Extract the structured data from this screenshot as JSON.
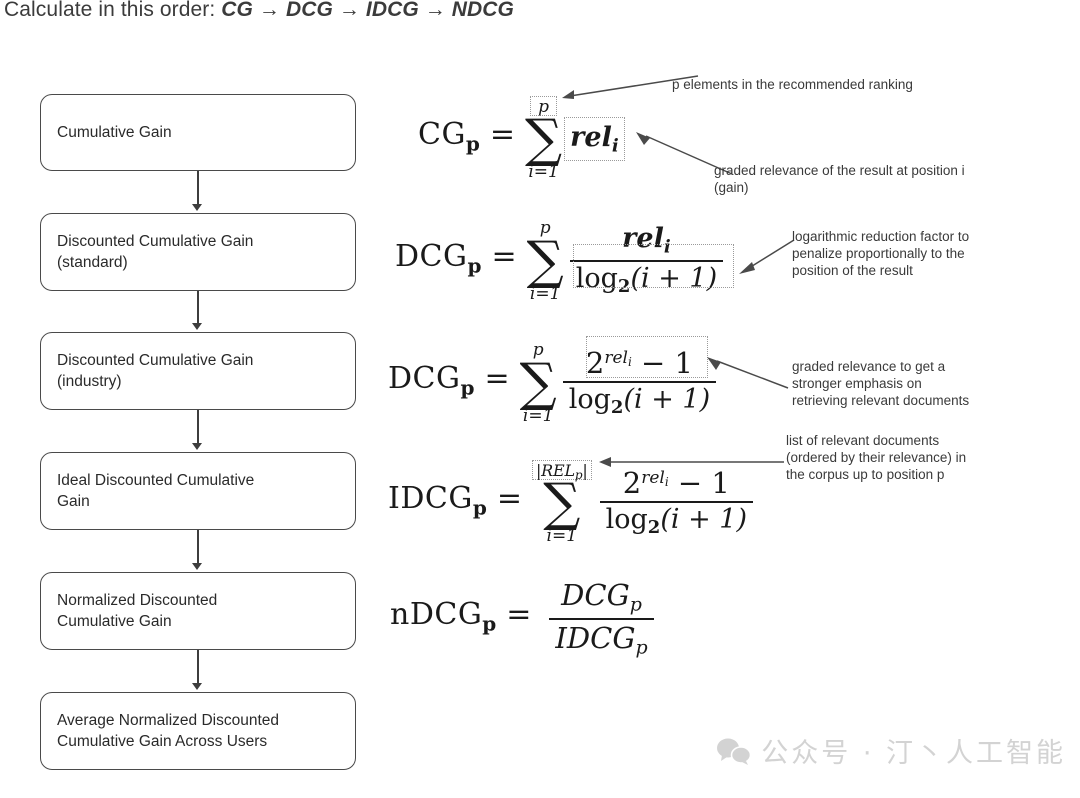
{
  "heading": {
    "prefix": "Calculate in this order: ",
    "sequence": "CG → DCG → IDCG → NDCG"
  },
  "flow": {
    "nodes": [
      {
        "id": "cumulative-gain",
        "label": "Cumulative Gain"
      },
      {
        "id": "dcg-standard",
        "label": "Discounted Cumulative Gain\n(standard)"
      },
      {
        "id": "dcg-industry",
        "label": "Discounted Cumulative Gain\n(industry)"
      },
      {
        "id": "idcg",
        "label": "Ideal Discounted Cumulative\nGain"
      },
      {
        "id": "ndcg",
        "label": "Normalized Discounted\nCumulative Gain"
      },
      {
        "id": "avg-ndcg",
        "label": "Average Normalized Discounted\nCumulative Gain Across Users"
      }
    ]
  },
  "formulas": {
    "cg": {
      "lhs": "CG",
      "lhs_sub": "p",
      "equals": "=",
      "sum_upper": "p",
      "sum_lower": "i=1",
      "sigma": "∑",
      "term": "rel",
      "term_sub": "i"
    },
    "dcg_standard": {
      "lhs": "DCG",
      "lhs_sub": "p",
      "equals": "=",
      "sum_upper": "p",
      "sum_lower": "i=1",
      "sigma": "∑",
      "numerator": "rel",
      "numerator_sub": "i",
      "denominator": "log",
      "denominator_base": "2",
      "denominator_arg": "(i + 1)"
    },
    "dcg_industry": {
      "lhs": "DCG",
      "lhs_sub": "p",
      "equals": "=",
      "sum_upper": "p",
      "sum_lower": "i=1",
      "sigma": "∑",
      "numerator_base": "2",
      "numerator_exp": "rel",
      "numerator_exp_sub": "i",
      "numerator_tail": "− 1",
      "denominator": "log",
      "denominator_base": "2",
      "denominator_arg": "(i + 1)"
    },
    "idcg": {
      "lhs": "IDCG",
      "lhs_sub": "p",
      "equals": "=",
      "sum_upper": "|REL",
      "sum_upper_sub": "p",
      "sum_upper_tail": "|",
      "sum_lower": "i=1",
      "sigma": "∑",
      "numerator_base": "2",
      "numerator_exp": "rel",
      "numerator_exp_sub": "i",
      "numerator_tail": "− 1",
      "denominator": "log",
      "denominator_base": "2",
      "denominator_arg": "(i + 1)"
    },
    "ndcg": {
      "lhs": "nDCG",
      "lhs_sub": "p",
      "equals": "=",
      "numerator": "DCG",
      "numerator_sub": "p",
      "denominator": "IDCG",
      "denominator_sub": "p"
    }
  },
  "annotations": [
    {
      "id": "p-elements",
      "text": "p elements in the recommended ranking"
    },
    {
      "id": "graded-relevance-position",
      "text": "graded relevance of the result at position i\n(gain)"
    },
    {
      "id": "log-reduction-factor",
      "text": "logarithmic reduction factor to\npenalize proportionally to the\nposition of the result"
    },
    {
      "id": "stronger-emphasis",
      "text": "graded relevance to get a\nstronger emphasis on\nretrieving relevant documents"
    },
    {
      "id": "relevant-documents-list",
      "text": "list of relevant documents\n(ordered by their relevance) in\nthe corpus up to position p"
    }
  ],
  "watermark": {
    "text": "公众号 · 汀丶人工智能"
  },
  "colors": {
    "text": "#231f20",
    "node_border": "#4a4a4a",
    "dotted_box": "#9a9a9a",
    "annotation": "#3a3a3a",
    "watermark": "#d3d3d3"
  }
}
